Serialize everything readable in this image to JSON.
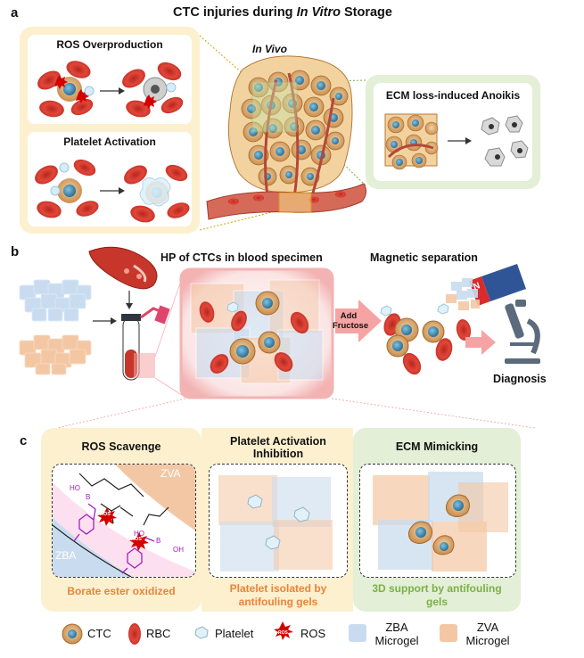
{
  "panel_a": {
    "letter": "a",
    "title_pre": "CTC injuries during ",
    "title_em": "In Vitro",
    "title_post": " Storage",
    "ros_title": "ROS Overproduction",
    "platelet_title": "Platelet Activation",
    "invivo_label": "In Vivo",
    "ecm_title": "ECM loss-induced Anoikis"
  },
  "panel_b": {
    "letter": "b",
    "hp_title": "HP of CTCs in blood specimen",
    "magnetic_title": "Magnetic separation",
    "add_fructose": "Add Fructose",
    "magnet_letter": "N",
    "diagnosis": "Diagnosis"
  },
  "panel_c": {
    "letter": "c",
    "ros_scavenge_title": "ROS Scavenge",
    "platelet_inhibition_title": "Platelet Activation Inhibition",
    "ecm_mimicking_title": "ECM Mimicking",
    "zva_label": "ZVA",
    "zba_label": "ZBA",
    "chem_ho_1": "HO",
    "chem_ho_2": "HO",
    "chem_b_1": "B",
    "chem_b_2": "B",
    "chem_oh": "OH",
    "ros_badge_1": "ROS",
    "ros_badge_2": "ROS",
    "caption_ros": "Borate ester oxidized",
    "caption_platelet": "Platelet isolated by antifouling gels",
    "caption_ecm": "3D support by antifouling gels",
    "caption_orange": "#e8843a",
    "caption_green": "#7bb04a"
  },
  "legend": {
    "ctc": "CTC",
    "rbc": "RBC",
    "platelet": "Platelet",
    "ros": "ROS",
    "ros_badge": "ROS",
    "zba": "ZBA Microgel",
    "zva": "ZVA Microgel"
  },
  "colors": {
    "panel_cream": "#fdf0cf",
    "panel_green": "#e3efd6",
    "rbc_red": "#d9392c",
    "ctc_tan": "#d9a66a",
    "ctc_nucleus": "#3d8fb5",
    "zba_blue": "#c9dcef",
    "zva_orange": "#f4c7a4"
  }
}
